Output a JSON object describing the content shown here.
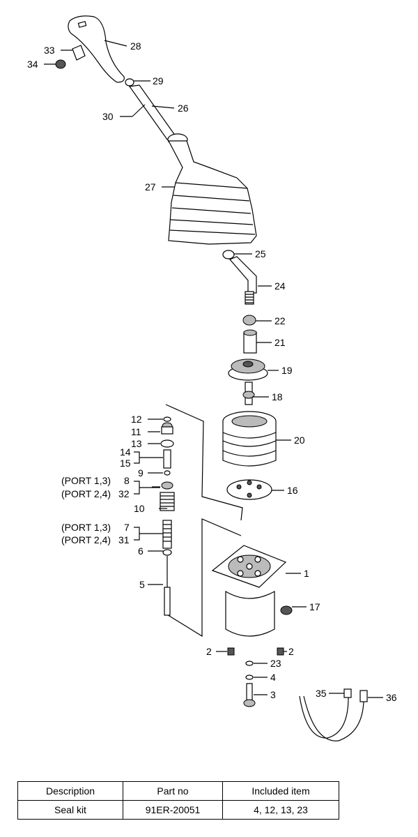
{
  "labels": {
    "l1": "1",
    "l2a": "2",
    "l2b": "2",
    "l3": "3",
    "l4": "4",
    "l5": "5",
    "l6": "6",
    "l7": "7",
    "l8": "8",
    "l9": "9",
    "l10": "10",
    "l11": "11",
    "l12": "12",
    "l13": "13",
    "l14": "14",
    "l15": "15",
    "l16": "16",
    "l17": "17",
    "l18": "18",
    "l19": "19",
    "l20": "20",
    "l21": "21",
    "l22": "22",
    "l23": "23",
    "l24": "24",
    "l25": "25",
    "l26": "26",
    "l27": "27",
    "l28": "28",
    "l29": "29",
    "l30": "30",
    "l31": "31",
    "l32": "32",
    "l33": "33",
    "l34": "34",
    "l35": "35",
    "l36": "36",
    "port13a": "(PORT 1,3)",
    "port24a": "(PORT 2,4)",
    "port13b": "(PORT 1,3)",
    "port24b": "(PORT 2,4)"
  },
  "table": {
    "headers": [
      "Description",
      "Part no",
      "Included item"
    ],
    "row": [
      "Seal kit",
      "91ER-20051",
      "4, 12, 13, 23"
    ]
  }
}
